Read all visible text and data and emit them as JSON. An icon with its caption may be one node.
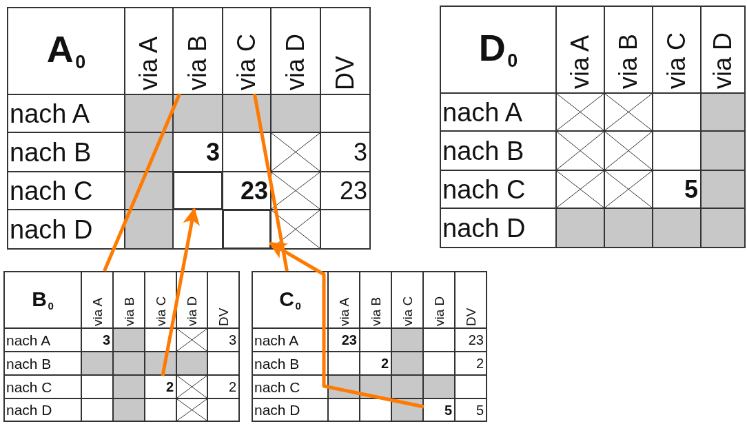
{
  "diagram": {
    "nodes": [
      {
        "text": [
          "A$_{0}$"
        ]
      },
      {
        "text": [
          "via A"
        ],
        "in": 0
      },
      {
        "text": [
          "via B"
        ],
        "in": 0
      },
      {
        "text": [
          "via C"
        ],
        "in": 0
      },
      {
        "text": [
          "via D"
        ],
        "in": 0
      },
      {
        "text": [
          "DV"
        ],
        "in": 0
      },
      {
        "text": [],
        "shape": "box",
        "in": 0
      },
      {
        "text": [],
        "shape": "box",
        "in": 0
      },
      {
        "text": [
          "D$_{0}$"
        ]
      },
      {
        "text": [
          "B$_{0}$"
        ]
      },
      {
        "text": [
          "2"
        ],
        "in": 9
      },
      {
        "text": [
          "C$_{0}$"
        ]
      },
      {
        "text": [
          "5"
        ],
        "in": 11
      }
    ],
    "edges": [
      {
        "from": 2,
        "to": 9,
        "arrow": "none"
      },
      {
        "from": 3,
        "to": 11,
        "arrow": "none"
      },
      {
        "from": 10,
        "to": 6,
        "arrow": "to"
      },
      {
        "from": 12,
        "to": 7,
        "arrow": "to"
      }
    ],
    "labels": [
      "nach A",
      "nach B",
      "3",
      "3",
      "nach C",
      "23",
      "23",
      "nach D",
      "via A",
      "via B",
      "via C",
      "via D",
      "nach A",
      "nach B",
      "nach C",
      "5",
      "nach D",
      "via A",
      "via B",
      "via C",
      "via D",
      "DV",
      "nach A",
      "3",
      "3",
      "nach B",
      "nach C",
      "2",
      "nach D",
      "via A",
      "via B",
      "via C",
      "via D",
      "DV",
      "nach A",
      "23",
      "23",
      "nach B",
      "2",
      "2",
      "nach C",
      "nach D",
      "5"
    ]
  }
}
